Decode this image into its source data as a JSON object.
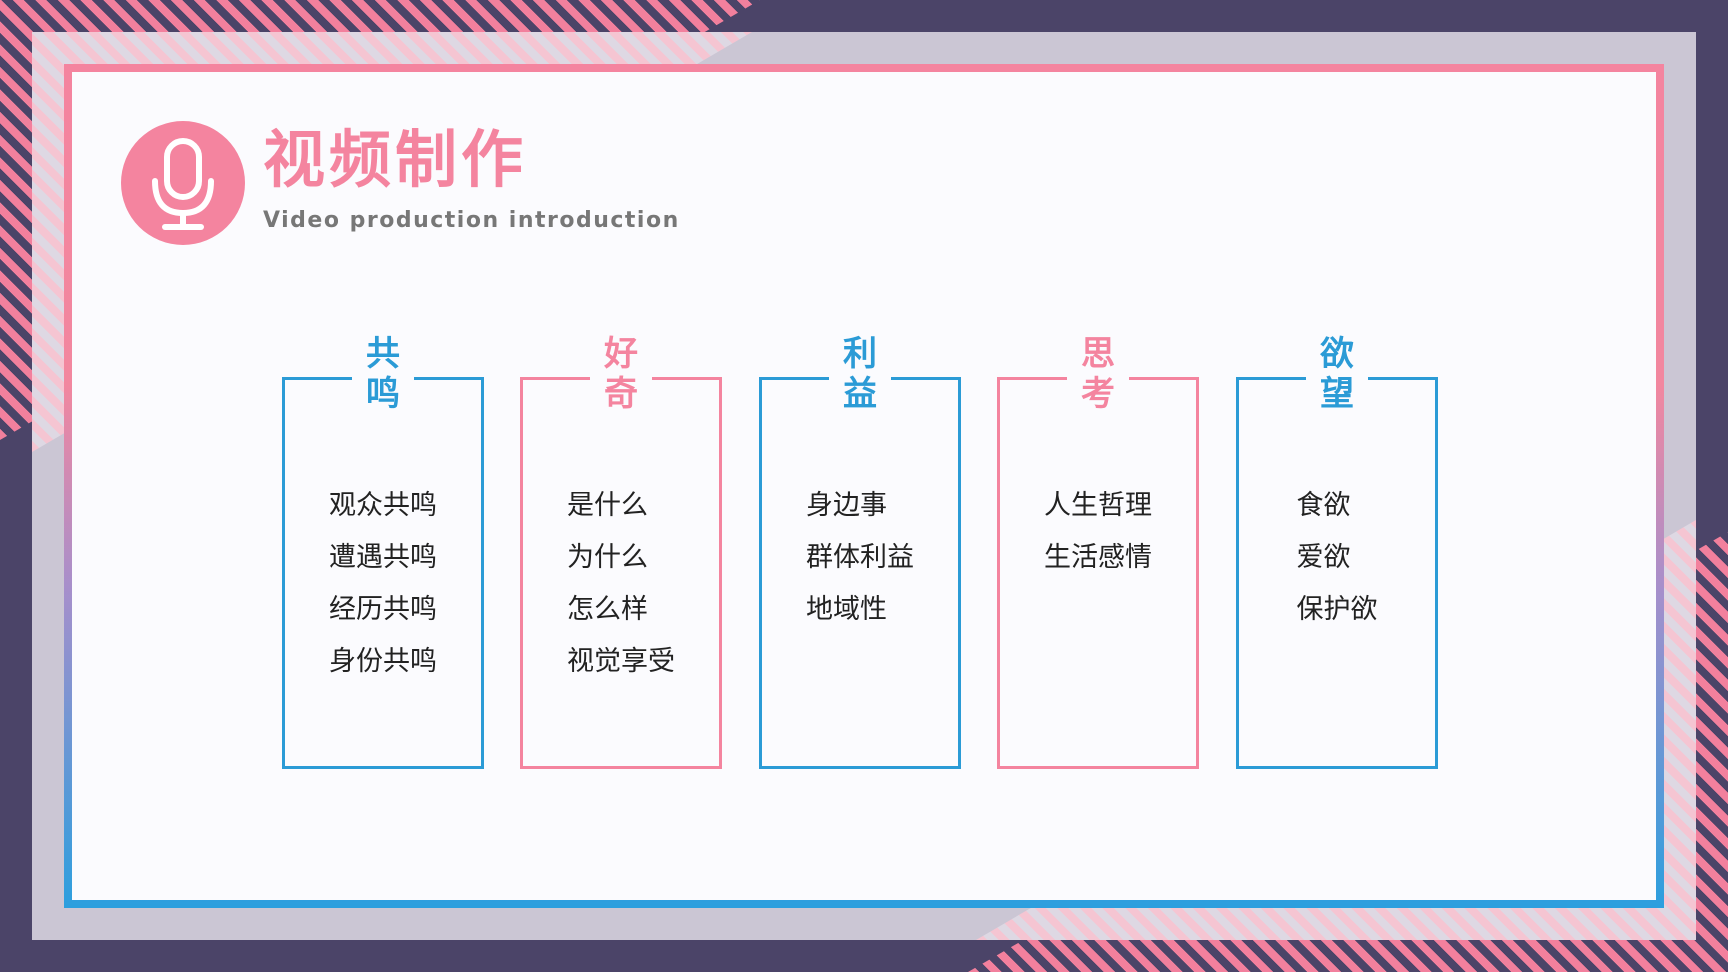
{
  "header": {
    "title": "视频制作",
    "subtitle": "Video production introduction",
    "icon": "microphone-icon"
  },
  "colors": {
    "pink": "#f4849f",
    "blue": "#2b9bd6",
    "dark_border": "#4b4468",
    "background": "#fbfbfe"
  },
  "cards": [
    {
      "label": [
        "共",
        "鸣"
      ],
      "color": "blue",
      "items": [
        "观众共鸣",
        "遭遇共鸣",
        "经历共鸣",
        "身份共鸣"
      ]
    },
    {
      "label": [
        "好",
        "奇"
      ],
      "color": "pink",
      "items": [
        "是什么",
        "为什么",
        "怎么样",
        "视觉享受"
      ]
    },
    {
      "label": [
        "利",
        "益"
      ],
      "color": "blue",
      "items": [
        "身边事",
        "群体利益",
        "地域性"
      ]
    },
    {
      "label": [
        "思",
        "考"
      ],
      "color": "pink",
      "items": [
        "人生哲理",
        "生活感情"
      ]
    },
    {
      "label": [
        "欲",
        "望"
      ],
      "color": "blue",
      "items": [
        "食欲",
        "爱欲",
        "保护欲"
      ]
    }
  ]
}
